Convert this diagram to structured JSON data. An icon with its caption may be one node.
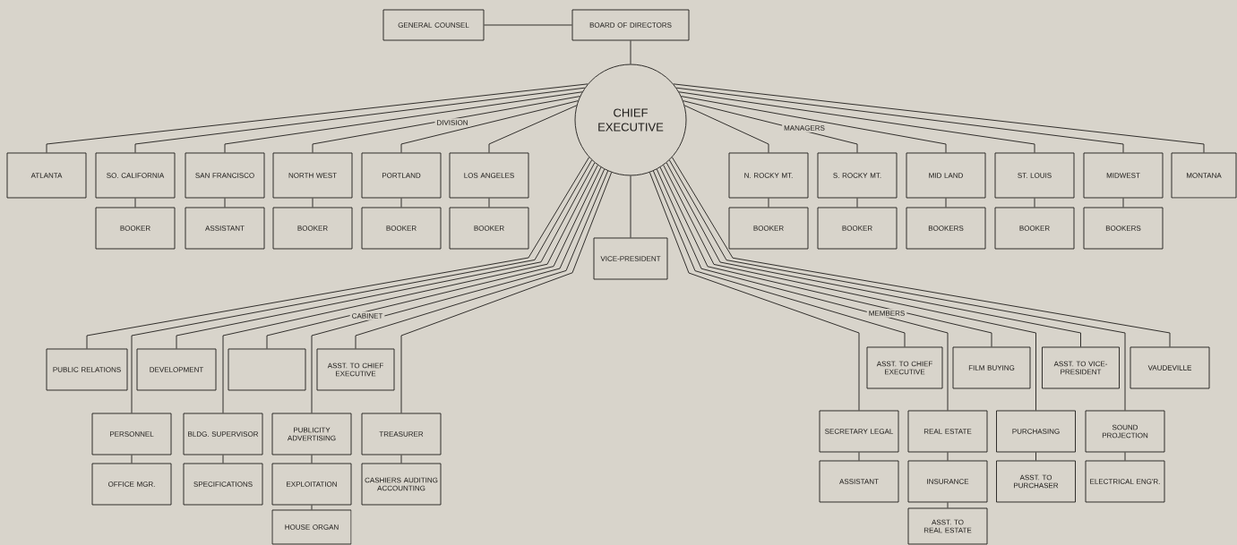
{
  "diagram": {
    "nodes": [
      {
        "text": [
          "GENERAL COUNSEL"
        ]
      },
      {
        "text": [
          "BOARD OF DIRECTORS"
        ]
      },
      {
        "text": [
          "CHIEF EXECUTIVE"
        ]
      },
      {
        "text": [
          "ATLANTA"
        ]
      },
      {
        "text": [
          "SO. CALIFORNIA"
        ]
      },
      {
        "text": [
          "SAN FRANCISCO"
        ]
      },
      {
        "text": [
          "NORTH WEST"
        ]
      },
      {
        "text": [
          "PORTLAND"
        ]
      },
      {
        "text": [
          "LOS ANGELES"
        ]
      },
      {
        "text": [
          "BOOKER"
        ]
      },
      {
        "text": [
          "ASSISTANT"
        ]
      },
      {
        "text": [
          "BOOKER"
        ]
      },
      {
        "text": [
          "BOOKER"
        ]
      },
      {
        "text": [
          "BOOKER"
        ]
      },
      {
        "text": [
          "VICE-PRESIDENT"
        ]
      },
      {
        "text": [
          "N. ROCKY MT."
        ]
      },
      {
        "text": [
          "S. ROCKY MT."
        ]
      },
      {
        "text": [
          "MID LAND"
        ]
      },
      {
        "text": [
          "ST. LOUIS"
        ]
      },
      {
        "text": [
          "MIDWEST"
        ]
      },
      {
        "text": [
          "MONTANA"
        ]
      },
      {
        "text": [
          "BOOKER"
        ]
      },
      {
        "text": [
          "BOOKER"
        ]
      },
      {
        "text": [
          "BOOKERS"
        ]
      },
      {
        "text": [
          "BOOKER"
        ]
      },
      {
        "text": [
          "BOOKERS"
        ]
      },
      {
        "text": [
          "PUBLIC RELATIONS"
        ]
      },
      {
        "text": [
          "DEVELOPMENT"
        ]
      },
      {
        "text": [],
        "shape": "box"
      },
      {
        "text": [
          "ASST. TO CHIEF EXECUTIVE"
        ]
      },
      {
        "text": [
          "PERSONNEL"
        ]
      },
      {
        "text": [
          "BLDG. SUPERVISOR"
        ]
      },
      {
        "text": [
          "PUBLICITY ADVERTISING"
        ]
      },
      {
        "text": [
          "TREASURER"
        ]
      },
      {
        "text": [
          "OFFICE MGR."
        ]
      },
      {
        "text": [
          "SPECIFICATIONS"
        ]
      },
      {
        "text": [
          "EXPLOITATION"
        ]
      },
      {
        "text": [
          "CASHIERS AUDITING ACCOUNTING"
        ]
      },
      {
        "text": [
          "HOUSE ORGAN"
        ]
      },
      {
        "text": [
          "ASST. TO CHIEF EXECUTIVE"
        ]
      },
      {
        "text": [
          "FILM BUYING"
        ]
      },
      {
        "text": [
          "ASST. TO VICE-PRESIDENT"
        ]
      },
      {
        "text": [
          "VAUDEVILLE"
        ]
      },
      {
        "text": [
          "SECRETARY LEGAL"
        ]
      },
      {
        "text": [
          "REAL ESTATE"
        ]
      },
      {
        "text": [
          "PURCHASING"
        ]
      },
      {
        "text": [
          "SOUND PROJECTION"
        ]
      },
      {
        "text": [
          "ASSISTANT"
        ]
      },
      {
        "text": [
          "INSURANCE"
        ]
      },
      {
        "text": [
          "ASST. TO PURCHASER"
        ]
      },
      {
        "text": [
          "ELECTRICAL ENG'R."
        ]
      },
      {
        "text": [
          "ASST. TO REAL ESTATE"
        ]
      }
    ],
    "edges": [
      {
        "from": 0,
        "to": 1,
        "arrow": "none"
      },
      {
        "from": 1,
        "to": 2,
        "arrow": "none"
      },
      {
        "from": 2,
        "to": 3,
        "arrow": "none"
      },
      {
        "from": 2,
        "to": 4,
        "arrow": "none"
      },
      {
        "from": 2,
        "to": 5,
        "arrow": "none"
      },
      {
        "from": 2,
        "to": 6,
        "arrow": "none"
      },
      {
        "from": 2,
        "to": 7,
        "arrow": "none"
      },
      {
        "from": 2,
        "to": 8,
        "arrow": "none"
      },
      {
        "from": 4,
        "to": 9,
        "arrow": "none"
      },
      {
        "from": 5,
        "to": 10,
        "arrow": "none"
      },
      {
        "from": 6,
        "to": 11,
        "arrow": "none"
      },
      {
        "from": 7,
        "to": 12,
        "arrow": "none"
      },
      {
        "from": 8,
        "to": 13,
        "arrow": "none"
      },
      {
        "from": 2,
        "to": 14,
        "arrow": "none"
      },
      {
        "from": 2,
        "to": 15,
        "arrow": "none"
      },
      {
        "from": 2,
        "to": 16,
        "arrow": "none"
      },
      {
        "from": 2,
        "to": 17,
        "arrow": "none"
      },
      {
        "from": 2,
        "to": 18,
        "arrow": "none"
      },
      {
        "from": 2,
        "to": 19,
        "arrow": "none"
      },
      {
        "from": 2,
        "to": 20,
        "arrow": "none"
      },
      {
        "from": 15,
        "to": 21,
        "arrow": "none"
      },
      {
        "from": 16,
        "to": 22,
        "arrow": "none"
      },
      {
        "from": 17,
        "to": 23,
        "arrow": "none"
      },
      {
        "from": 18,
        "to": 24,
        "arrow": "none"
      },
      {
        "from": 19,
        "to": 25,
        "arrow": "none"
      },
      {
        "from": 2,
        "to": 26,
        "arrow": "none"
      },
      {
        "from": 2,
        "to": 30,
        "arrow": "none"
      },
      {
        "from": 2,
        "to": 27,
        "arrow": "none"
      },
      {
        "from": 2,
        "to": 31,
        "arrow": "none"
      },
      {
        "from": 2,
        "to": 28,
        "arrow": "none"
      },
      {
        "from": 2,
        "to": 32,
        "arrow": "none"
      },
      {
        "from": 2,
        "to": 29,
        "arrow": "none"
      },
      {
        "from": 2,
        "to": 33,
        "arrow": "none"
      },
      {
        "from": 30,
        "to": 34,
        "arrow": "none"
      },
      {
        "from": 31,
        "to": 35,
        "arrow": "none"
      },
      {
        "from": 32,
        "to": 36,
        "arrow": "none"
      },
      {
        "from": 33,
        "to": 37,
        "arrow": "none"
      },
      {
        "from": 36,
        "to": 38,
        "arrow": "none"
      },
      {
        "from": 2,
        "to": 43,
        "arrow": "none"
      },
      {
        "from": 2,
        "to": 39,
        "arrow": "none"
      },
      {
        "from": 2,
        "to": 44,
        "arrow": "none"
      },
      {
        "from": 2,
        "to": 40,
        "arrow": "none"
      },
      {
        "from": 2,
        "to": 45,
        "arrow": "none"
      },
      {
        "from": 2,
        "to": 41,
        "arrow": "none"
      },
      {
        "from": 2,
        "to": 46,
        "arrow": "none"
      },
      {
        "from": 2,
        "to": 42,
        "arrow": "none"
      },
      {
        "from": 43,
        "to": 47,
        "arrow": "none"
      },
      {
        "from": 44,
        "to": 48,
        "arrow": "none"
      },
      {
        "from": 45,
        "to": 49,
        "arrow": "none"
      },
      {
        "from": 46,
        "to": 50,
        "arrow": "none"
      },
      {
        "from": 48,
        "to": 51,
        "arrow": "none"
      }
    ],
    "labels": [
      "DIVISION",
      "MANAGERS",
      "CABINET",
      "MEMBERS"
    ]
  }
}
